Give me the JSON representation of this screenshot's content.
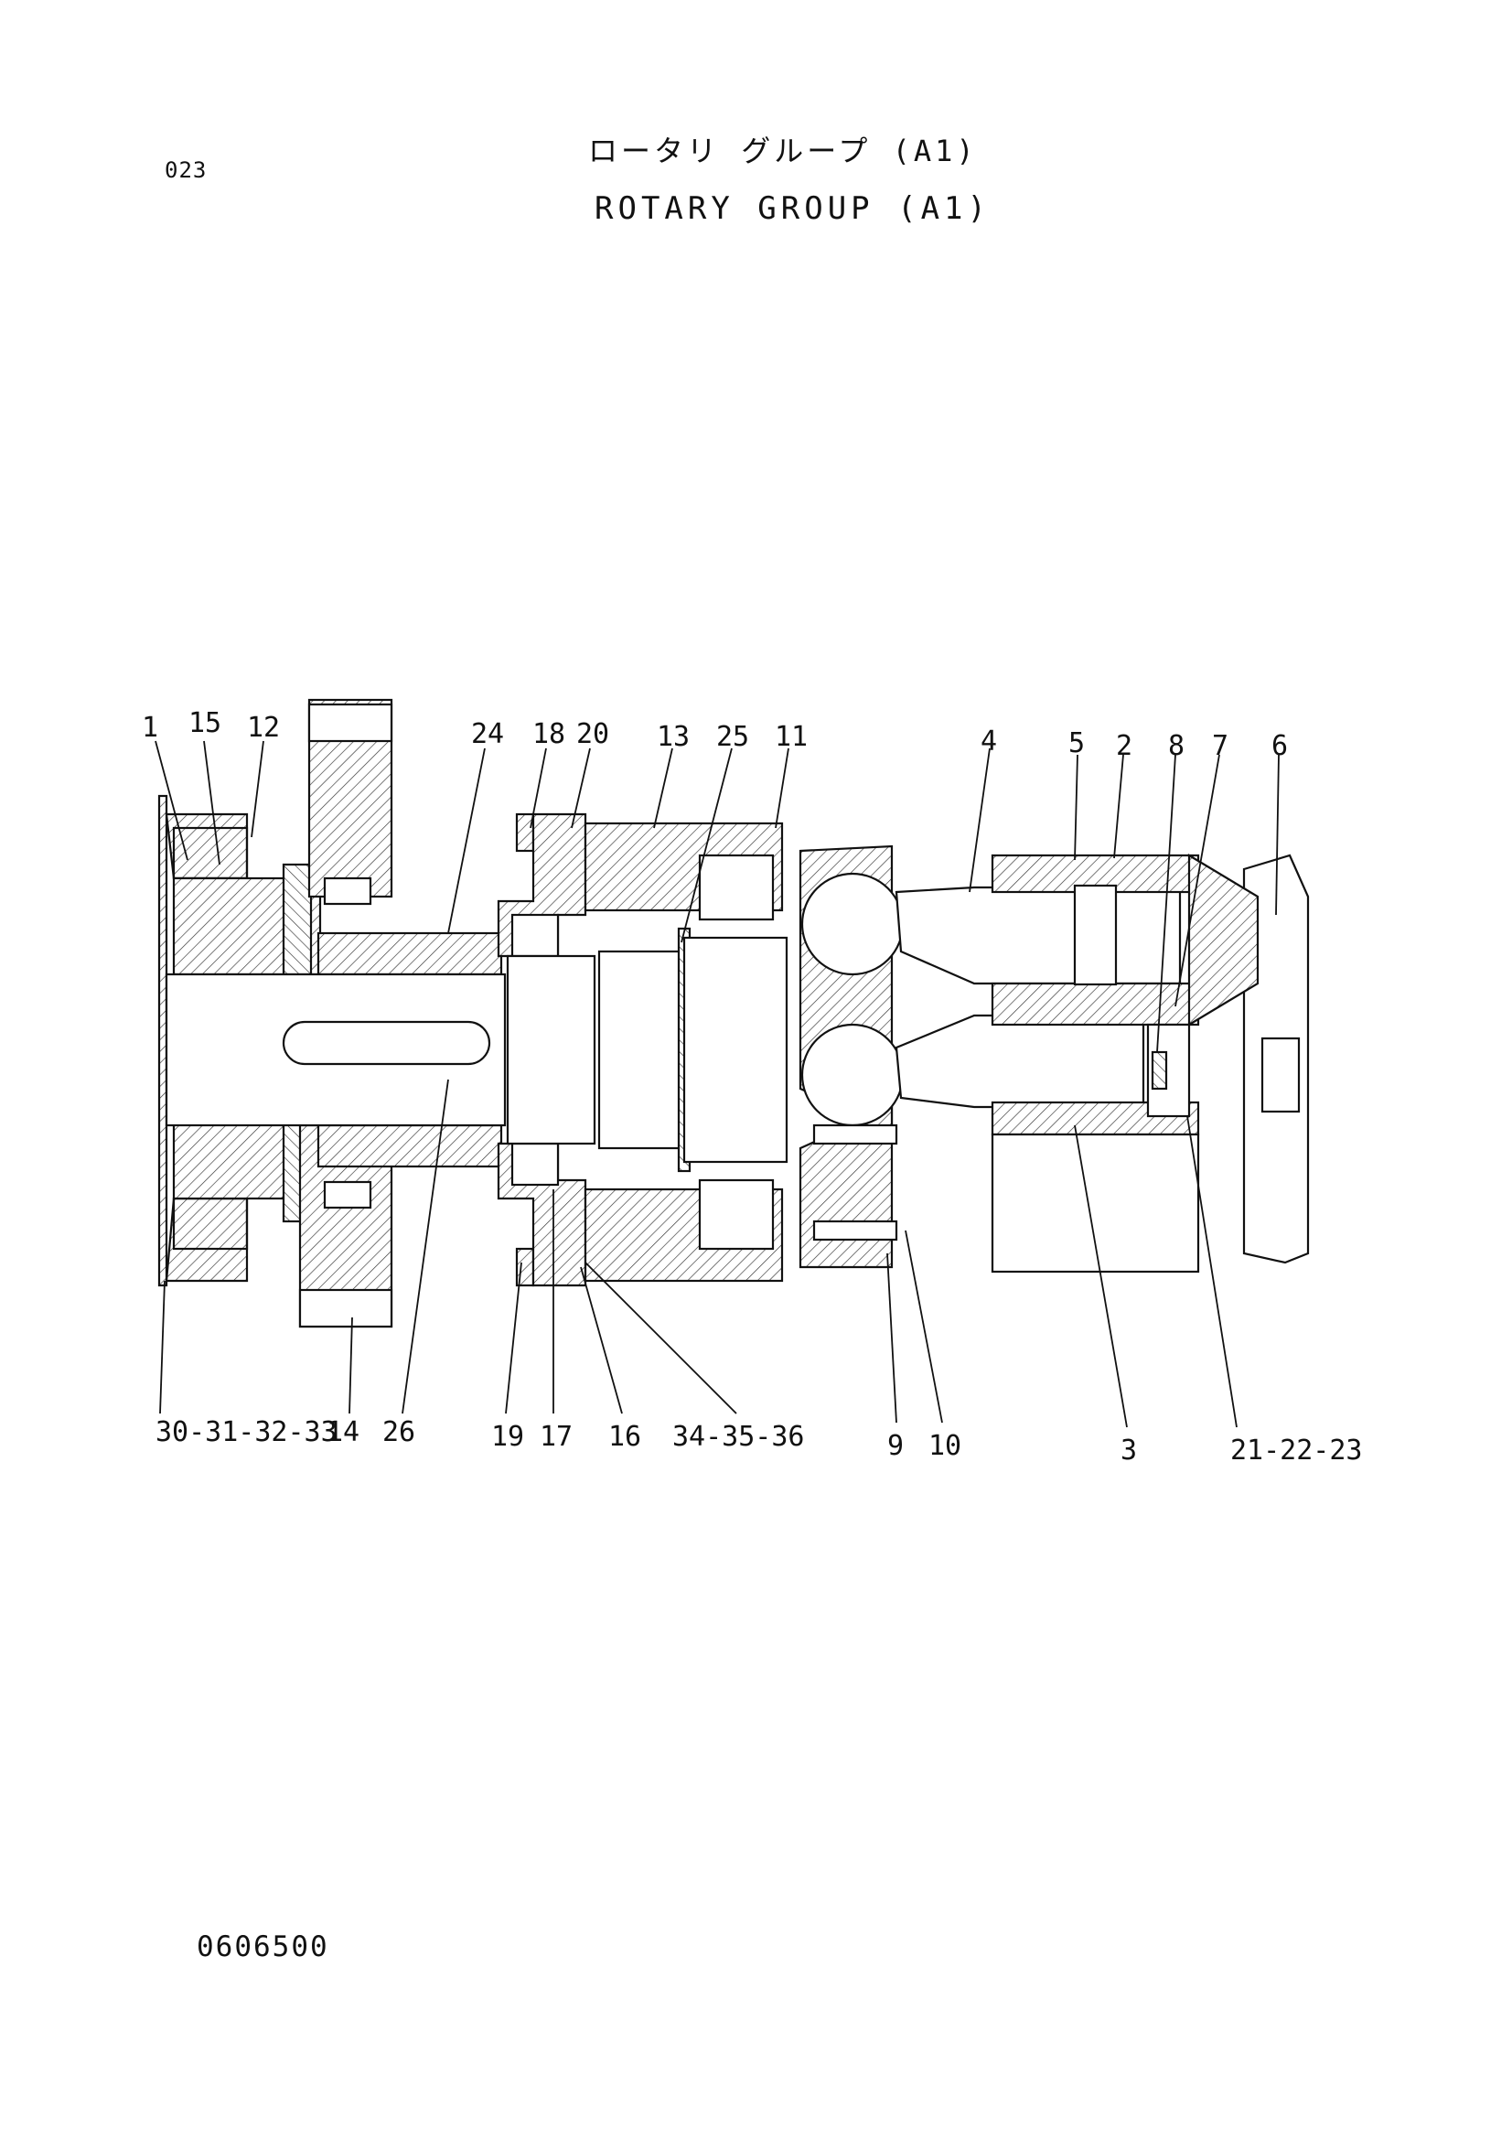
{
  "header": {
    "page_number": "023",
    "title_jp": "ロータリ グループ (A1)",
    "title_en": "ROTARY GROUP (A1)"
  },
  "footer": {
    "document_code": "0606500"
  },
  "callouts_top": [
    "1",
    "15",
    "12",
    "24",
    "18",
    "20",
    "13",
    "25",
    "11",
    "4",
    "5",
    "2",
    "8",
    "7",
    "6"
  ],
  "callouts_bottom": [
    "30-31-32-33",
    "14",
    "26",
    "19",
    "17",
    "16",
    "34-35-36",
    "9",
    "10",
    "3",
    "21-22-23"
  ]
}
